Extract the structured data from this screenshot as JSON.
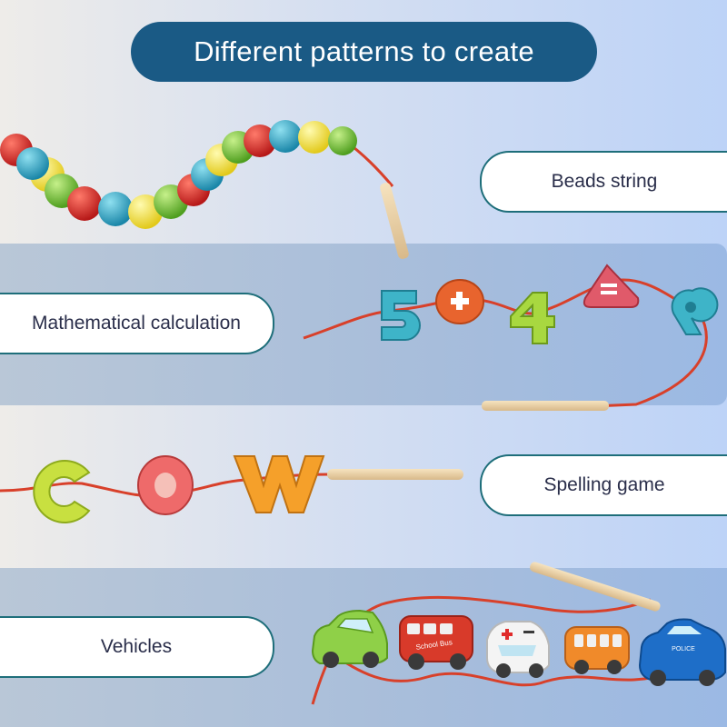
{
  "title": "Different patterns to create",
  "labels": {
    "beads": "Beads string",
    "math": "Mathematical calculation",
    "spelling": "Spelling game",
    "vehicles": "Vehicles"
  },
  "colors": {
    "title_bg": "#1a5a85",
    "label_border": "#1e6e7a",
    "label_text": "#2a2e4a",
    "string": "#d8402a",
    "bead_red": "#d32a2a",
    "bead_blue": "#2aa6c2",
    "bead_yellow": "#f2e23a",
    "bead_green": "#7cc63a",
    "wood": "#e8cfa0"
  },
  "toy_text": {
    "bus_sign": "School Bus",
    "police_sign": "POLICE"
  }
}
